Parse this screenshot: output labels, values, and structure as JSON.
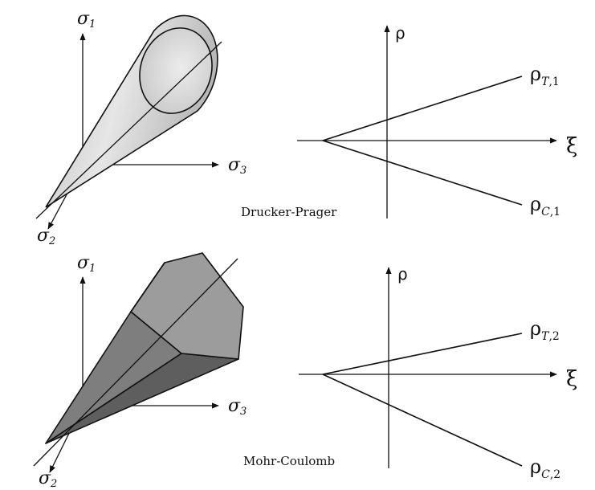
{
  "top": {
    "axes3d": {
      "vertical": "σ",
      "vertical_sub": "1",
      "horizontal": "σ",
      "horizontal_sub": "3",
      "diagonal": "σ",
      "diagonal_sub": "2"
    },
    "plane": {
      "vertical": "ρ",
      "horizontal": "ξ"
    },
    "upper_line": {
      "main": "ρ",
      "sub": "T",
      "sub2": ",1"
    },
    "lower_line": {
      "main": "ρ",
      "sub": "C",
      "sub2": ",1"
    },
    "caption": "Drucker-Prager"
  },
  "bottom": {
    "axes3d": {
      "vertical": "σ",
      "vertical_sub": "1",
      "horizontal": "σ",
      "horizontal_sub": "3",
      "diagonal": "σ",
      "diagonal_sub": "2"
    },
    "plane": {
      "vertical": "ρ",
      "horizontal": "ξ"
    },
    "upper_line": {
      "main": "ρ",
      "sub": "T",
      "sub2": ",2"
    },
    "lower_line": {
      "main": "ρ",
      "sub": "C",
      "sub2": ",2"
    },
    "caption": "Mohr-Coulomb"
  },
  "colors": {
    "cone_fill": "#cfcfcf",
    "cone_cap": "#dedede",
    "prism_light": "#8c8c8c",
    "prism_dark": "#6a6a6a",
    "prism_cap": "#a2a2a2"
  }
}
